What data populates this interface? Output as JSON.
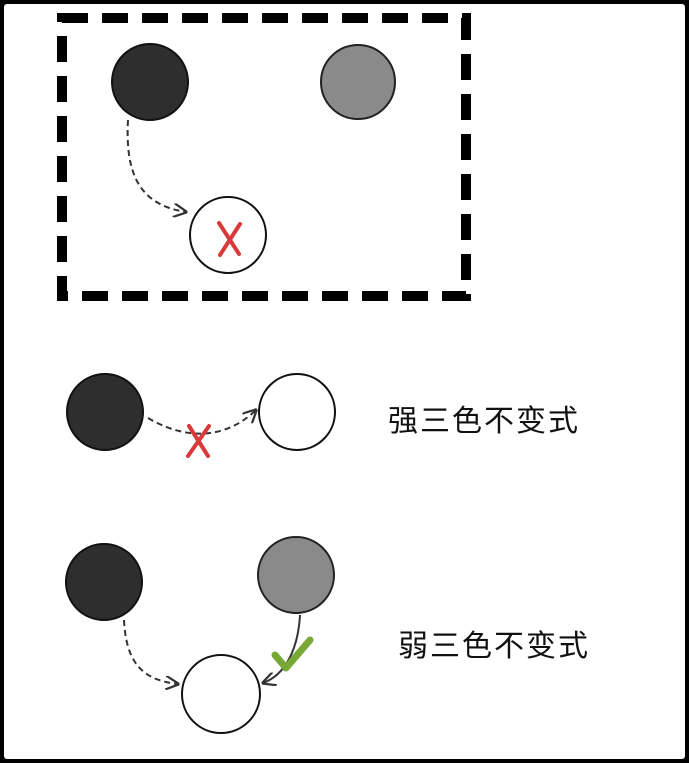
{
  "colors": {
    "black_node": "#2e2e2e",
    "gray_node": "#8a8a8a",
    "white_node": "#ffffff",
    "cross": "#d83a3a",
    "check": "#78a836",
    "border": "#000000"
  },
  "diagram": {
    "top_panel": {
      "nodes": [
        "black",
        "gray",
        "white"
      ],
      "edge_black_to_white": "forbidden"
    },
    "strong_invariant": {
      "label": "强三色不变式",
      "nodes": [
        "black",
        "white"
      ],
      "edge_black_to_white": "forbidden"
    },
    "weak_invariant": {
      "label": "弱三色不变式",
      "nodes": [
        "black",
        "gray",
        "white"
      ],
      "edge_black_to_white": "allowed",
      "edge_gray_to_white": "allowed"
    }
  },
  "icons": {
    "cross": "cross-icon",
    "check": "checkmark-icon"
  }
}
